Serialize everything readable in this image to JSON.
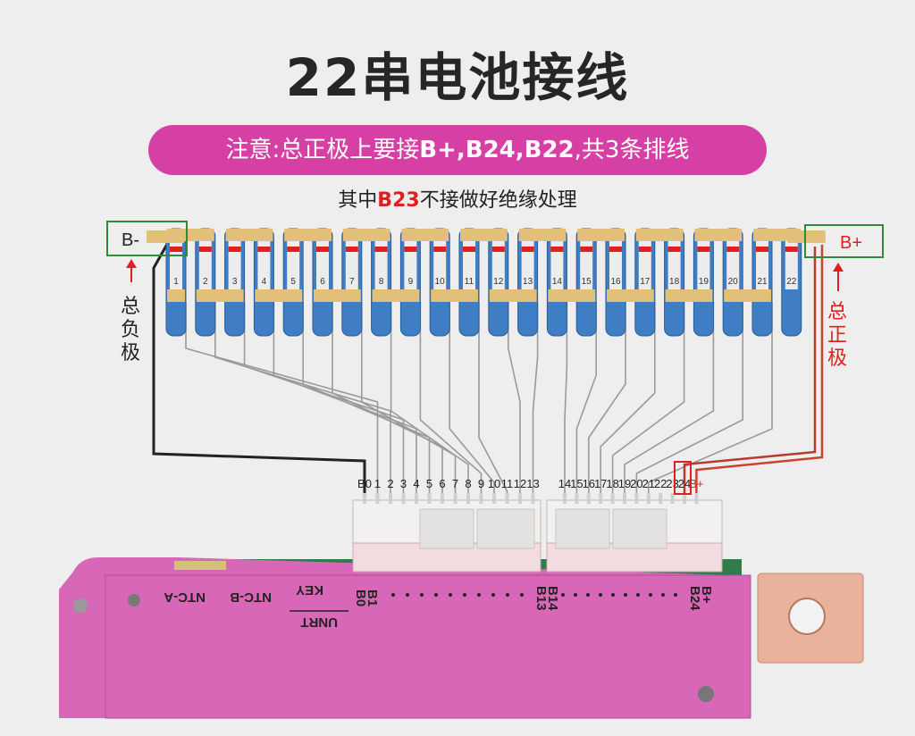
{
  "title": "22串电池接线",
  "notice": {
    "prefix": "注意:总正极上要接",
    "bold": "B+,B24,B22",
    "suffix": ",共3条排线"
  },
  "subnote": {
    "prefix": "其中",
    "highlight": "B23",
    "suffix": "不接做好绝缘处理"
  },
  "left_terminal": "B-",
  "right_terminal": "B+",
  "total_negative": [
    "总",
    "负",
    "极"
  ],
  "total_positive": [
    "总",
    "正",
    "极"
  ],
  "cell_numbers": [
    "1",
    "2",
    "3",
    "4",
    "5",
    "6",
    "7",
    "8",
    "9",
    "10",
    "11",
    "12",
    "13",
    "14",
    "15",
    "16",
    "17",
    "18",
    "19",
    "20",
    "21",
    "22"
  ],
  "connector_left_pins": [
    "B0",
    "1",
    "2",
    "3",
    "4",
    "5",
    "6",
    "7",
    "8",
    "9",
    "10",
    "11",
    "12",
    "13"
  ],
  "connector_right_pins": [
    "14",
    "15",
    "16",
    "17",
    "18",
    "19",
    "20",
    "21",
    "22",
    "23",
    "24",
    "B+"
  ],
  "board_labels": {
    "ntc_a": "NTC-A",
    "ntc_b": "NTC-B",
    "key": "KEY",
    "unrt": "UNRT",
    "b1": "B1",
    "b0": "B0",
    "b14": "B14",
    "b13": "B13",
    "bplus": "B+",
    "b24": "B24"
  },
  "colors": {
    "pill": "#d63fa4",
    "board": "#d867b8",
    "cell": "#3f7ec4",
    "tab": "#e3c07a",
    "highlight_box": "#2e8b3a",
    "red": "#e02020"
  }
}
